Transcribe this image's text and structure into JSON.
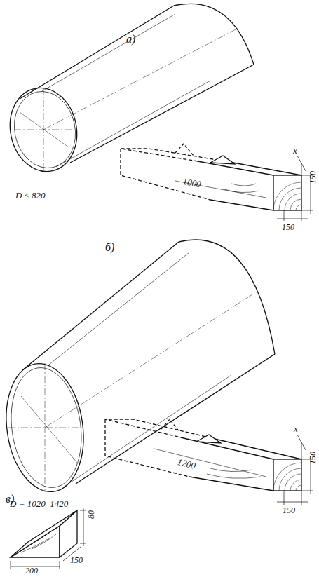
{
  "diagram": {
    "labels": [
      "а)",
      "D ≤ 820",
      "1000",
      "150",
      "150",
      "x",
      "б)",
      "D = 1020–1420",
      "1200",
      "150",
      "150",
      "x",
      "в)",
      "80",
      "200",
      "150"
    ]
  }
}
